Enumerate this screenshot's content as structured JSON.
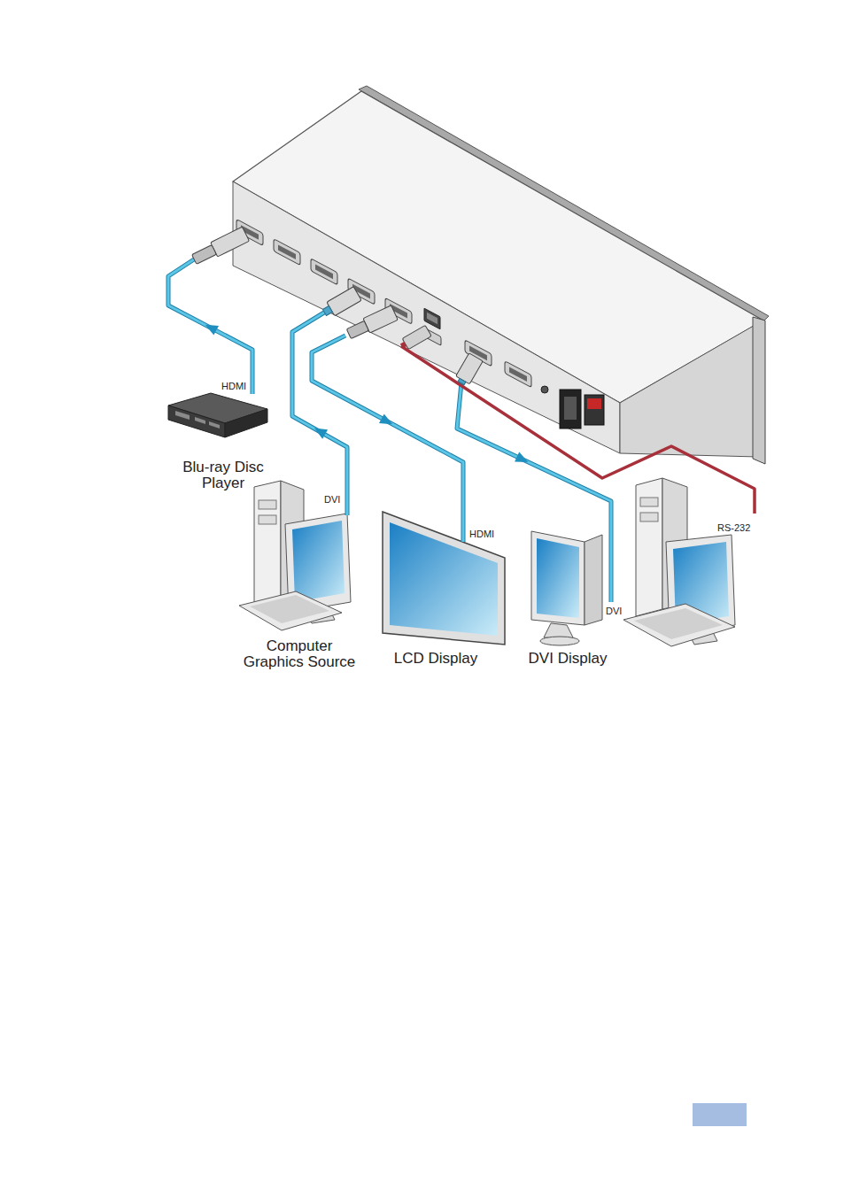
{
  "diagram": {
    "nodes": [
      {
        "text": [
          "Blu-ray Disc Player"
        ]
      },
      {
        "text": [
          "Computer Graphics Source"
        ]
      },
      {
        "text": [
          "LCD Display"
        ]
      },
      {
        "text": [
          "DVI Display"
        ]
      }
    ],
    "labels": [
      "HDMI",
      "DVI",
      "HDMI",
      "DVI",
      "RS-232"
    ]
  }
}
